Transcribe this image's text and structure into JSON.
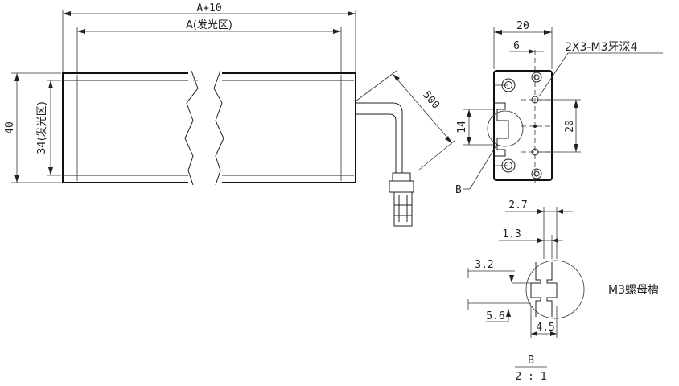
{
  "front_view": {
    "dim_total_length": "A+10",
    "dim_emitting_length": "A(发光区)",
    "dim_height": "40",
    "dim_emitting_height": "34(发光区)",
    "dim_cable_length": "500"
  },
  "side_view": {
    "dim_width": "20",
    "dim_hole_offset": "6",
    "dim_hole_spacing": "20",
    "dim_slot_height": "14",
    "thread_note": "2X3-M3牙深4",
    "detail_marker": "B"
  },
  "detail_view": {
    "dim_2_7": "2.7",
    "dim_1_3": "1.3",
    "dim_3_2": "3.2",
    "dim_5_6": "5.6",
    "dim_4_5": "4.5",
    "nut_slot_label": "M3螺母槽",
    "view_name": "B",
    "scale": "2 : 1"
  }
}
